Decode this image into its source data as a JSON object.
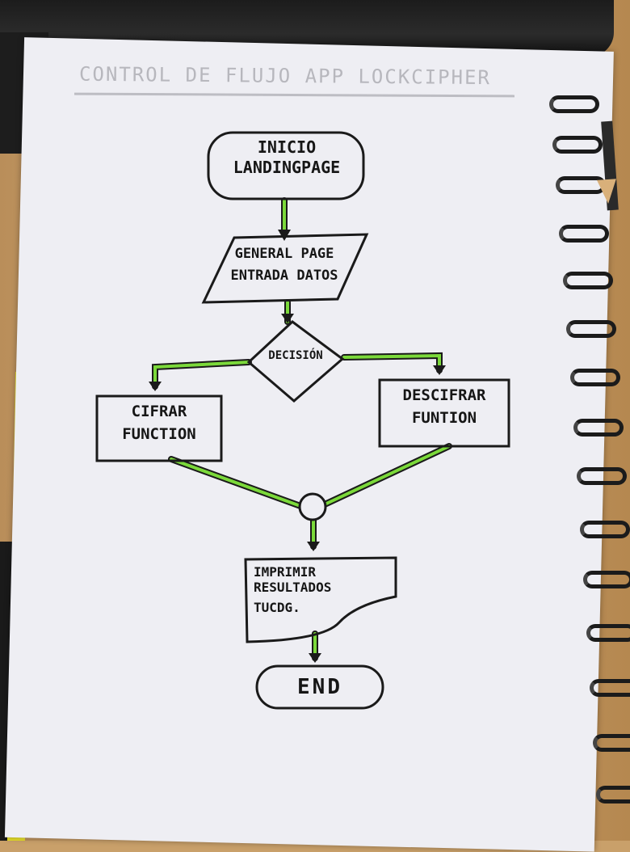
{
  "title": "CONTROL DE FLUJO  APP LOCKCIPHER",
  "nodes": {
    "start": {
      "line1": "INICIO",
      "line2": "LANDINGPAGE"
    },
    "input": {
      "line1": "GENERAL PAGE",
      "line2": "ENTRADA DATOS"
    },
    "decision": {
      "label": "DECISIÓN"
    },
    "encrypt": {
      "line1": "CIFRAR",
      "line2": "FUNCTION"
    },
    "decrypt": {
      "line1": "DESCIFRAR",
      "line2": "FUNTION"
    },
    "output": {
      "line1": "IMPRIMIR",
      "line2": "RESULTADOS",
      "line3": "TUCDG."
    },
    "end": {
      "label": "END"
    }
  },
  "colors": {
    "ink": "#161616",
    "connector": "#7bd93a",
    "paper": "#eeeef3"
  }
}
